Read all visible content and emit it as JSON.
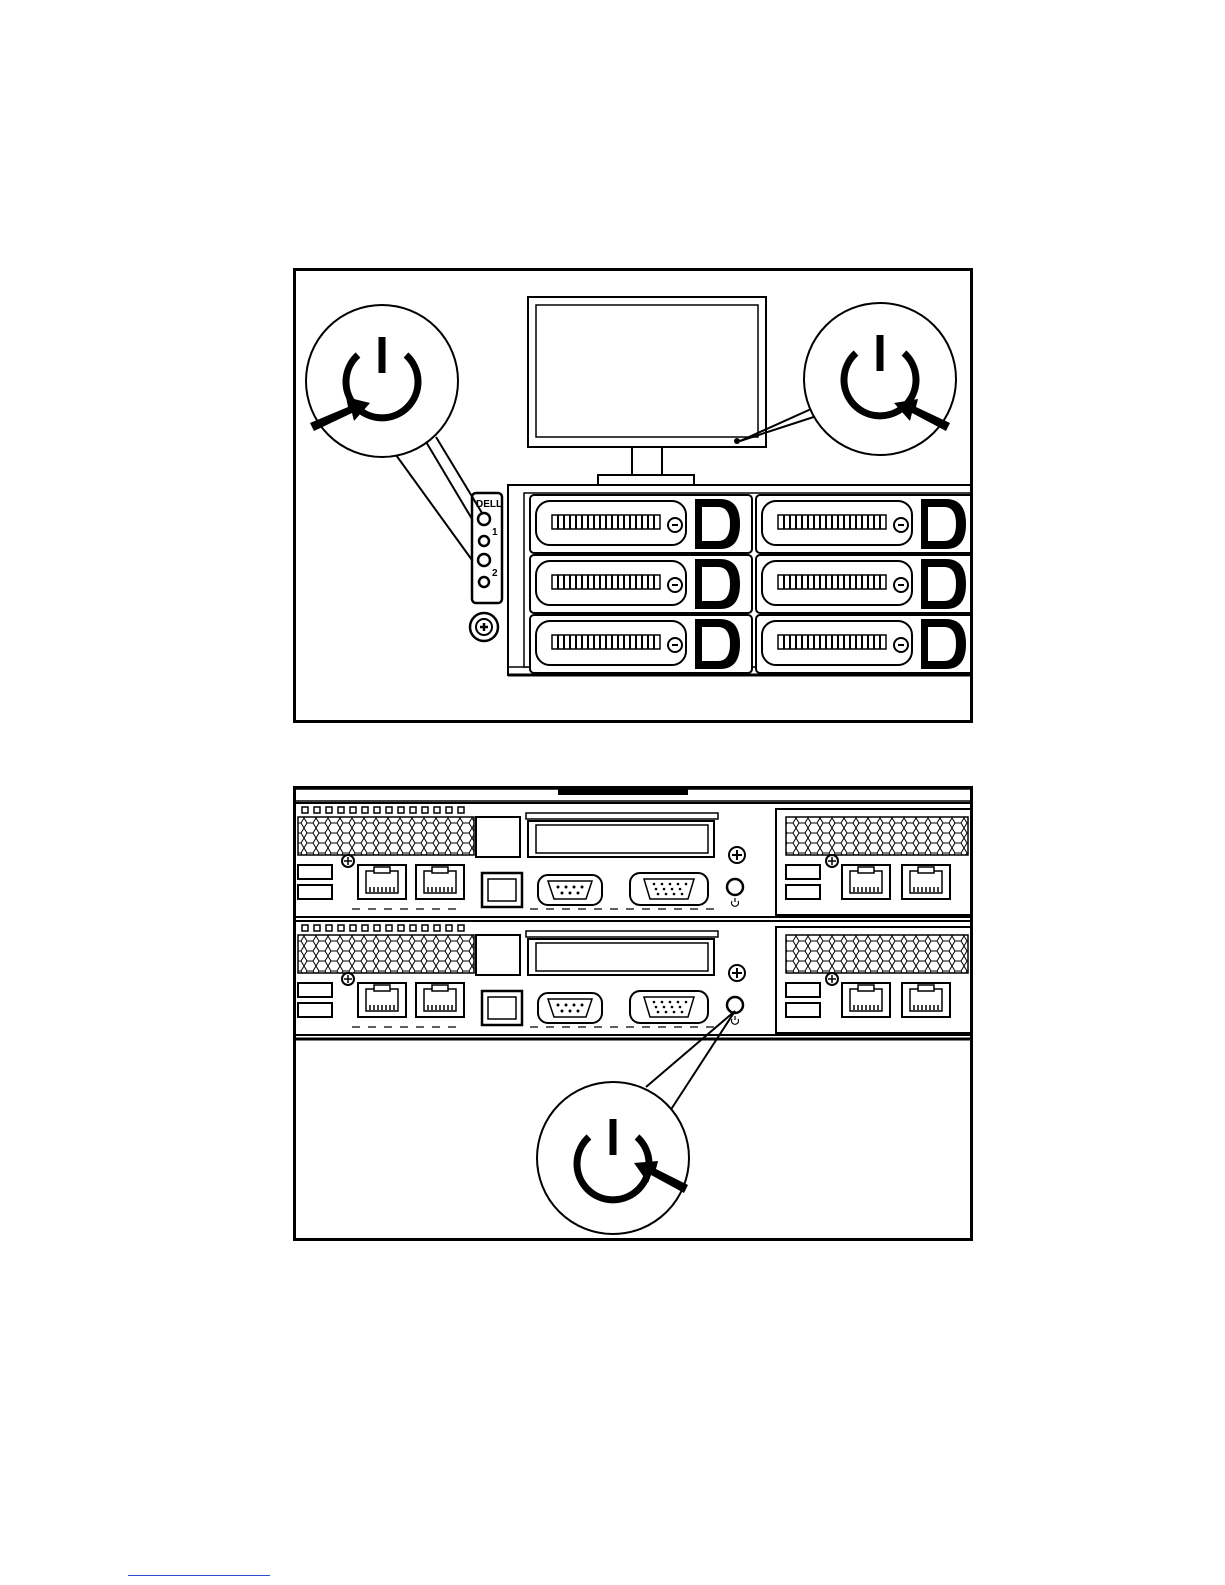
{
  "front_view": {
    "callouts": [
      {
        "id": "system-power",
        "icon": "power-icon"
      },
      {
        "id": "monitor-power",
        "icon": "power-icon"
      }
    ],
    "control_panel": {
      "logo_text": "DELL",
      "node_labels": [
        "1",
        "2"
      ]
    },
    "drive_bays": {
      "rows": 3,
      "columns": 2
    }
  },
  "rear_view": {
    "nodes": 2,
    "callouts": [
      {
        "id": "node-power",
        "icon": "power-icon"
      }
    ]
  },
  "colors": {
    "line": "#000000",
    "fill": "#ffffff",
    "footnote_rule": "#2a4fd0"
  }
}
